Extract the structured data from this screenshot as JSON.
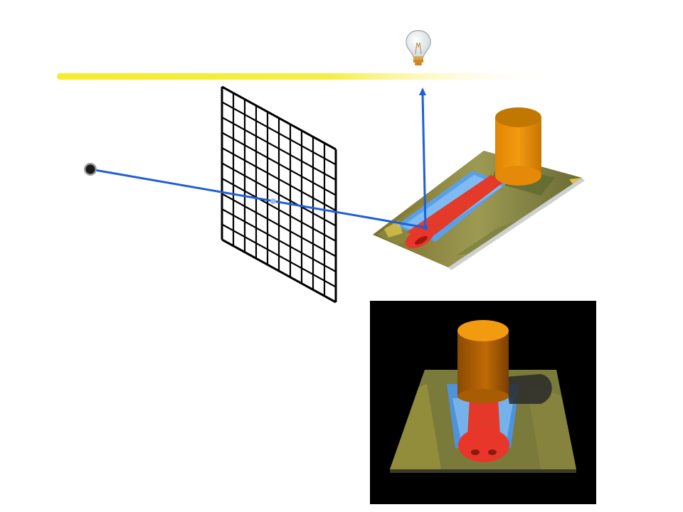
{
  "diagram": {
    "elements": [
      {
        "name": "light-bulb-icon",
        "role": "light source"
      },
      {
        "name": "eye-point",
        "role": "viewer / camera center"
      },
      {
        "name": "pixel-grid",
        "role": "image plane"
      },
      {
        "name": "scene-plane-with-mandrill-texture",
        "role": "textured surface"
      },
      {
        "name": "orange-cylinder",
        "role": "occluding object"
      },
      {
        "name": "rendered-result-image",
        "role": "final rendered image with shadow"
      }
    ],
    "grid": {
      "columns": 10,
      "rows": 10
    },
    "colors": {
      "background": "#ffffff",
      "light_beam": "#f6ec2a",
      "ray": "#1f5fd8",
      "grid_line": "#000000",
      "cylinder_top": "#c77a00",
      "cylinder_body": "#e68a06",
      "render_background": "#000000",
      "shadow": "#2a2a2a"
    }
  }
}
